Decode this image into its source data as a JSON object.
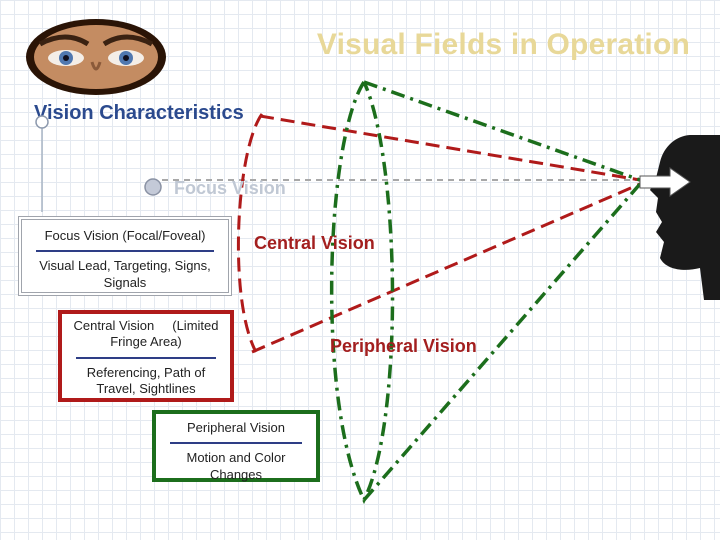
{
  "slide": {
    "title": "Visual Fields in Operation",
    "subtitle": "Vision Characteristics"
  },
  "labels": {
    "focus": "Focus Vision",
    "central": "Central Vision",
    "peripheral": "Peripheral Vision"
  },
  "boxes": {
    "focus": {
      "heading": "Focus Vision (Focal/Foveal)",
      "description": "Visual Lead, Targeting, Signs, Signals"
    },
    "central": {
      "heading": "Central Vision     (Limited Fringe Area)",
      "description": "Referencing, Path of Travel, Sightlines"
    },
    "peripheral": {
      "heading": "Peripheral Vision",
      "description": "Motion and Color Changes"
    }
  },
  "colors": {
    "title": "#e8d898",
    "subtitle": "#2b4a8e",
    "focus_line": "#a8a8a8",
    "central": "#b01a1a",
    "peripheral": "#1c6e1c",
    "rule": "#2e3e86"
  }
}
